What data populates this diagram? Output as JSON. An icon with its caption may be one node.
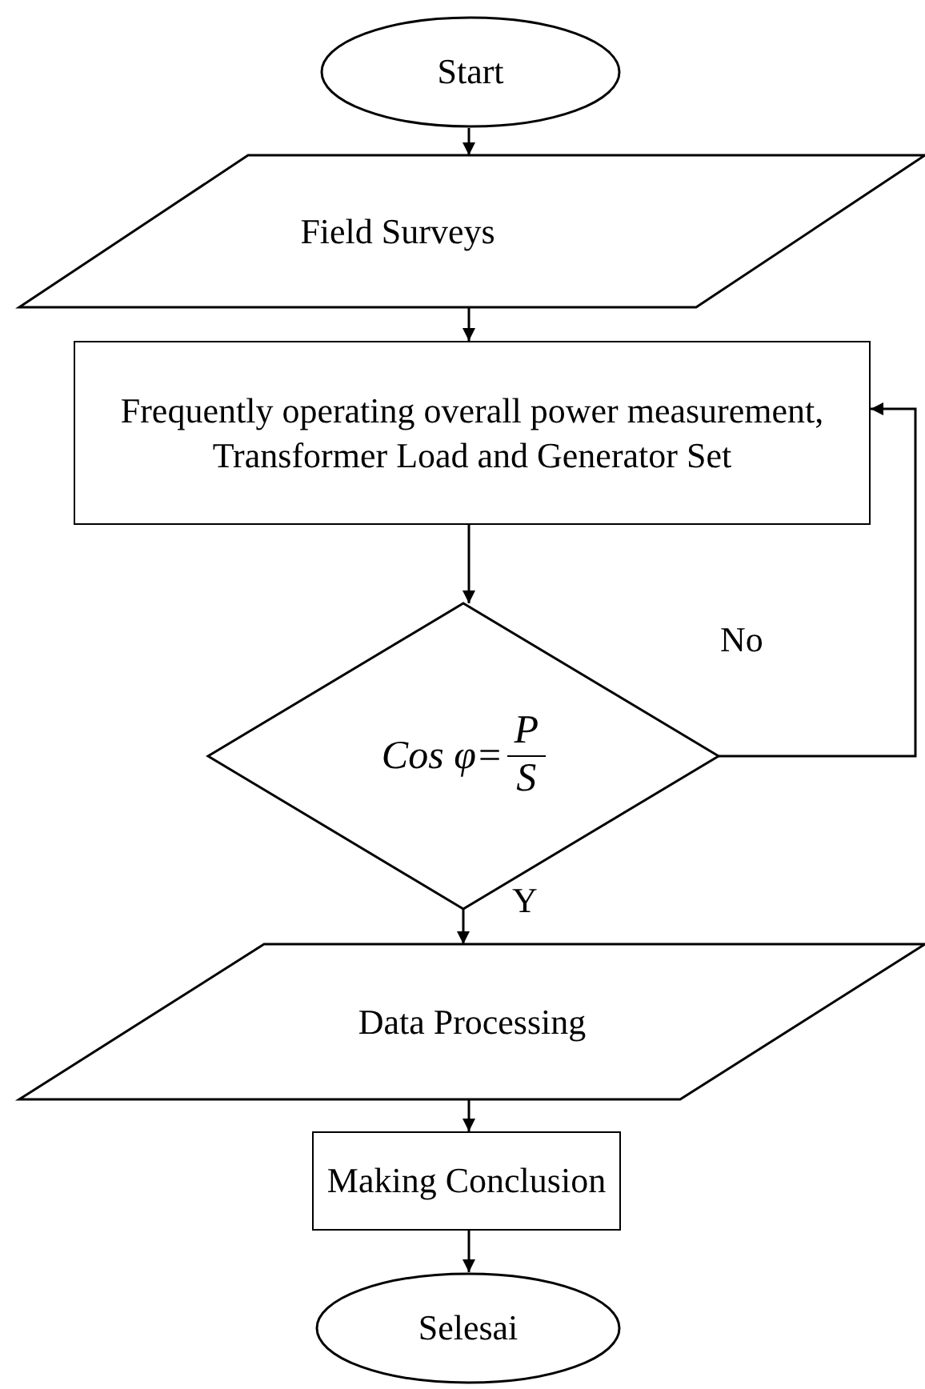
{
  "diagram": {
    "nodes": [
      {
        "text": [
          "Start"
        ]
      },
      {
        "text": [
          "Field Surveys"
        ]
      },
      {
        "text": [
          "Frequently operating overall power measurement, Transformer Load and Generator Set"
        ]
      },
      {
        "text": [
          "Cos φ=",
          "P",
          "S"
        ]
      },
      {
        "text": [
          "Data Processing"
        ]
      },
      {
        "text": [
          "Making Conclusion"
        ]
      },
      {
        "text": [
          "Selesai"
        ]
      }
    ],
    "edges": [
      {
        "from": 0,
        "to": 1,
        "arrow": "to"
      },
      {
        "from": 1,
        "to": 2,
        "arrow": "to"
      },
      {
        "from": 2,
        "to": 3,
        "arrow": "to"
      },
      {
        "from": 3,
        "to": 4,
        "arrow": "to",
        "label": "Y"
      },
      {
        "from": 3,
        "to": 2,
        "arrow": "to",
        "label": "No"
      },
      {
        "from": 4,
        "to": 5,
        "arrow": "to"
      },
      {
        "from": 5,
        "to": 6,
        "arrow": "to"
      }
    ]
  }
}
